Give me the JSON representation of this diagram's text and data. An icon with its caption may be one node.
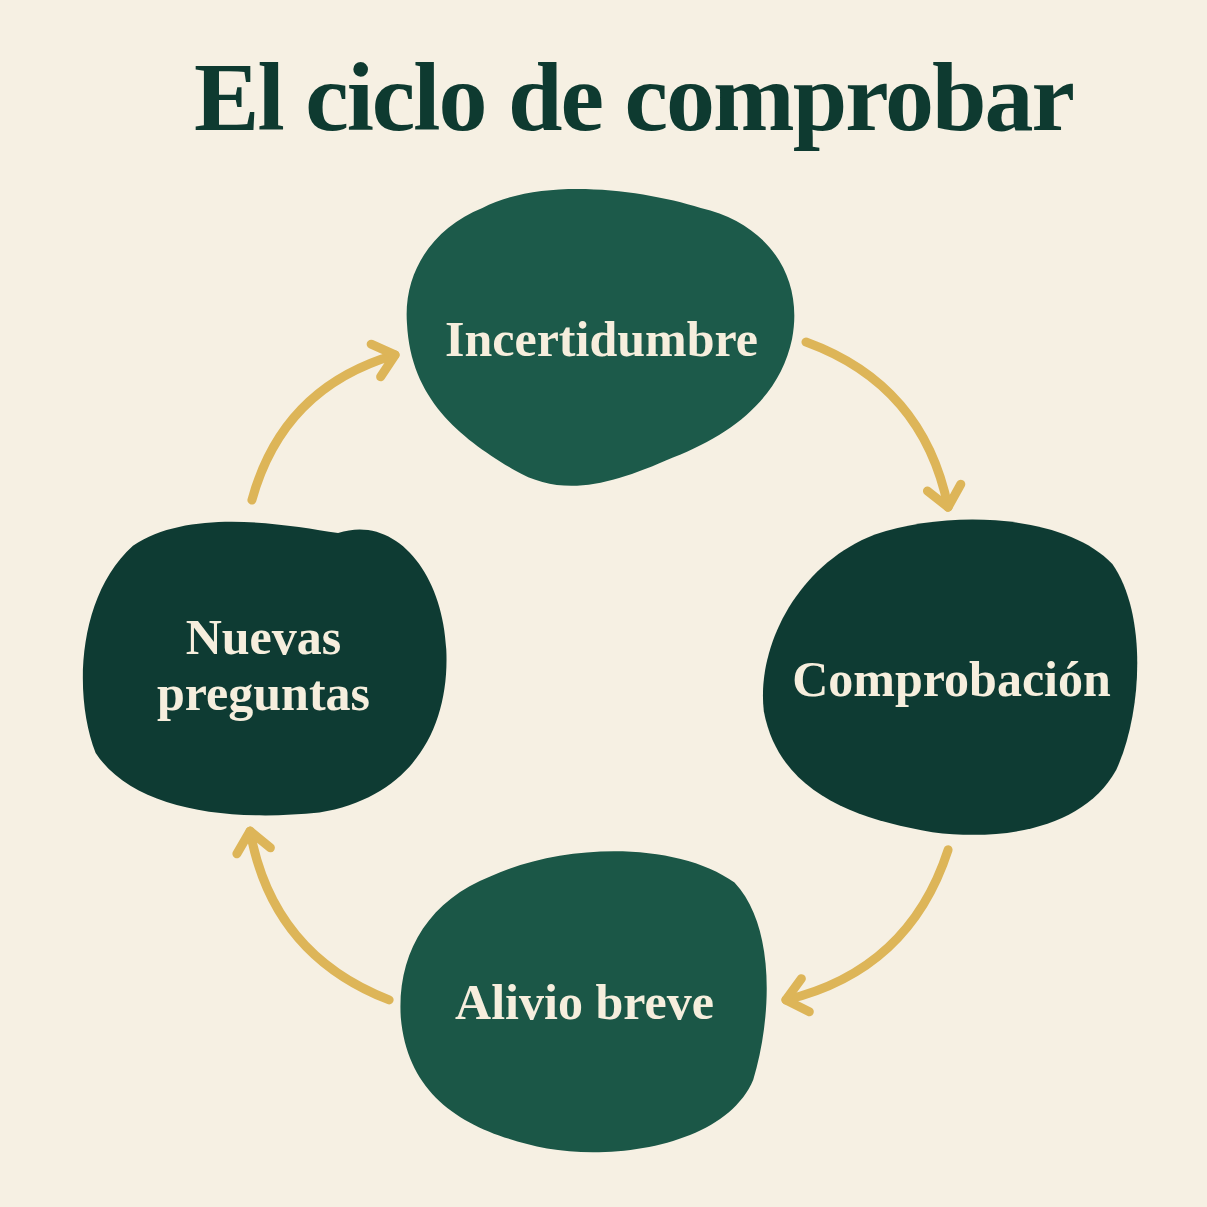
{
  "diagram": {
    "title": "El ciclo de comprobar",
    "nodes": [
      {
        "text": [
          "Incertidumbre"
        ]
      },
      {
        "text": [
          "Comprobación"
        ]
      },
      {
        "text": [
          "Alivio breve"
        ]
      },
      {
        "text": [
          "Nuevas preguntas"
        ]
      }
    ],
    "edges": [
      {
        "from": 0,
        "to": 1,
        "arrow": "to"
      },
      {
        "from": 1,
        "to": 2,
        "arrow": "to"
      },
      {
        "from": 2,
        "to": 3,
        "arrow": "to"
      },
      {
        "from": 3,
        "to": 0,
        "arrow": "to"
      }
    ]
  }
}
